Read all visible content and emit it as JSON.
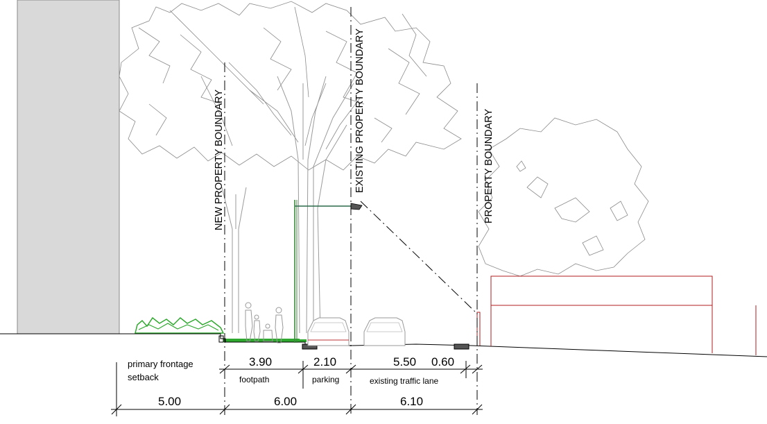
{
  "boundaries": {
    "new": "NEW PROPERTY BOUNDARY",
    "existing": "EXISTING PROPERTY BOUNDARY",
    "property": "PROPERTY BOUNDARY"
  },
  "dimensions_upper": {
    "setback_label_line1": "primary frontage",
    "setback_label_line2": "setback",
    "footpath_value": "3.90",
    "footpath_label": "footpath",
    "parking_value": "2.10",
    "parking_label": "parking",
    "lane_value": "5.50",
    "lane_label": "existing traffic lane",
    "kerb_value": "0.60"
  },
  "dimensions_lower": {
    "setback_value": "5.00",
    "verge_value": "6.00",
    "road_value": "6.10"
  },
  "colors": {
    "building_fill": "#d9d9d9",
    "hedge": "#2fa82f",
    "neighbour_building": "#b01c1c",
    "tree_stroke": "#8a8a8a"
  }
}
